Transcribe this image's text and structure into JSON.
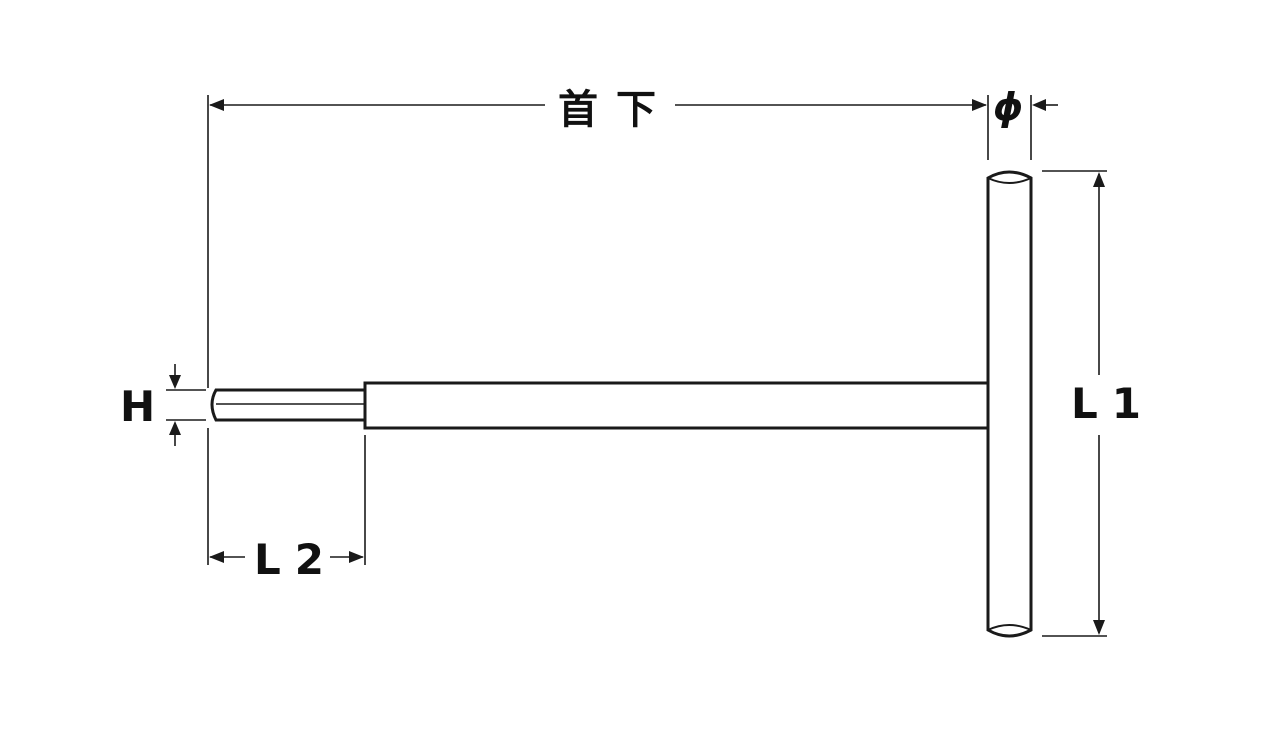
{
  "labels": {
    "overall_length": "首下",
    "diameter": "ϕ",
    "handle_length": "L1",
    "tip_length": "L2",
    "hex_size": "H"
  },
  "colors": {
    "stroke": "#1a1a1a",
    "background": "#ffffff"
  }
}
